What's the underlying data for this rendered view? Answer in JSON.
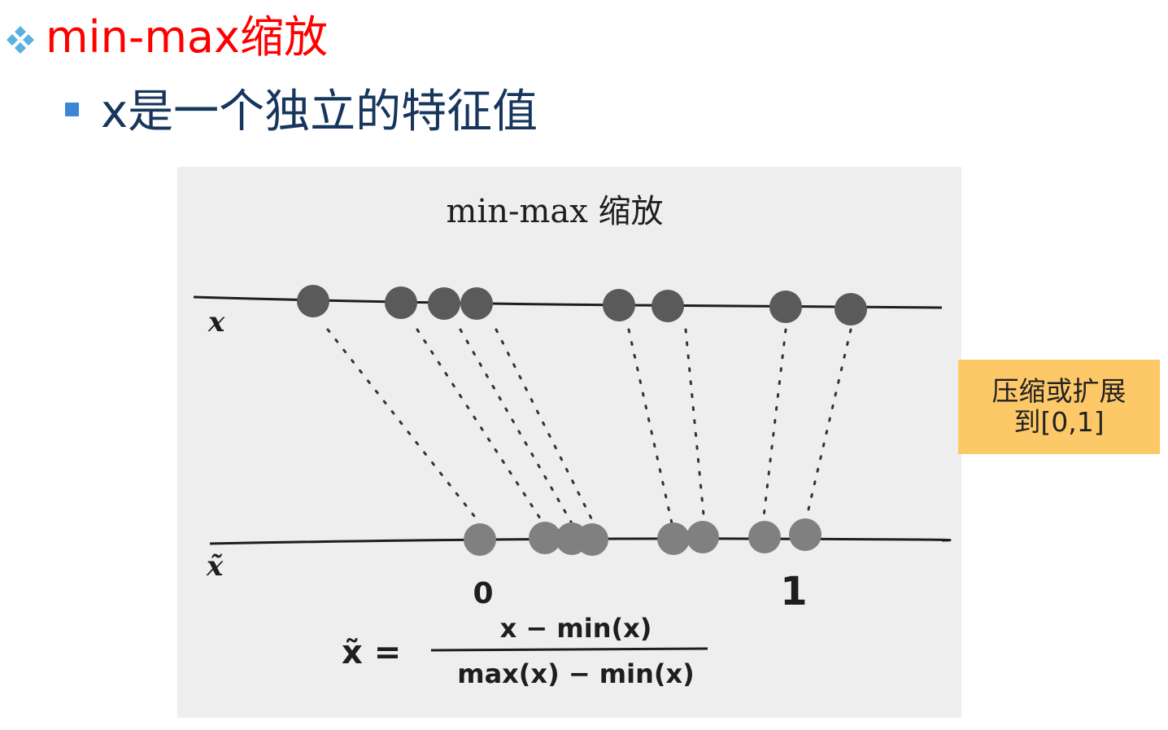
{
  "slide": {
    "title": "min-max缩放",
    "subtitle": "x是一个独立的特征值"
  },
  "figure": {
    "heading": "min-max 缩放",
    "axis_top_label": "x",
    "axis_bottom_label": "x̃",
    "tick_zero": "0",
    "tick_one": "1",
    "formula": {
      "lhs": "x̃ =",
      "numerator": "x − min(x)",
      "denominator": "max(x) − min(x)"
    }
  },
  "callout": {
    "line1": "压缩或扩展",
    "line2": "到[0,1]"
  },
  "colors": {
    "title": "#ff0000",
    "subtitle": "#17365d",
    "bullet_square": "#3b86d6",
    "bullet_diamond": "#5ab0e0",
    "callout_bg": "#fdc968",
    "figure_bg": "#eeeeee",
    "dot_top": "#5a5a5a",
    "dot_bottom": "#808080"
  }
}
